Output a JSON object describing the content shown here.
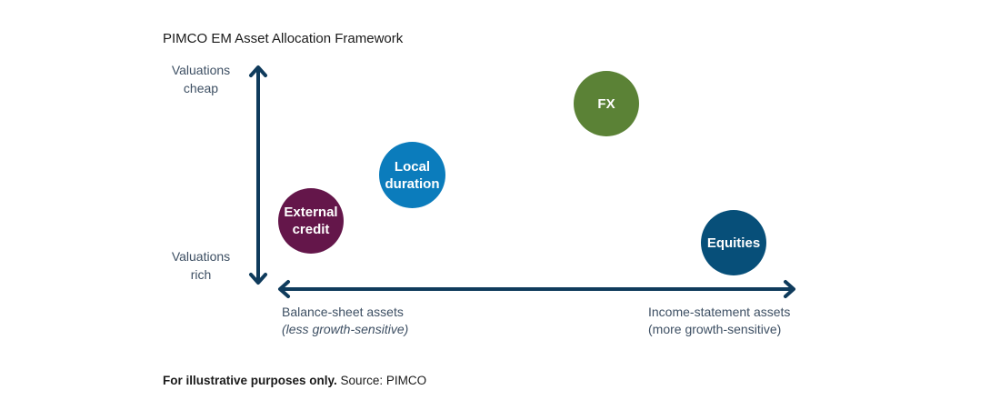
{
  "title": "PIMCO EM Asset Allocation Framework",
  "y_axis": {
    "top_label": [
      "Valuations",
      "cheap"
    ],
    "bottom_label": [
      "Valuations",
      "rich"
    ]
  },
  "x_axis": {
    "left_label": "Balance-sheet assets",
    "left_sublabel": "(less growth-sensitive)",
    "right_label": "Income-statement assets",
    "right_sublabel": "(more growth-sensitive)"
  },
  "bubbles": [
    {
      "label": "External credit",
      "color": "#64164a"
    },
    {
      "label": "Local duration",
      "color": "#0b7cbc"
    },
    {
      "label": "FX",
      "color": "#5b8236"
    },
    {
      "label": "Equities",
      "color": "#074f79"
    }
  ],
  "footnote": {
    "bold": "For illustrative purposes only.",
    "text": " Source: PIMCO"
  },
  "colors": {
    "axis": "#0f3b5c"
  }
}
